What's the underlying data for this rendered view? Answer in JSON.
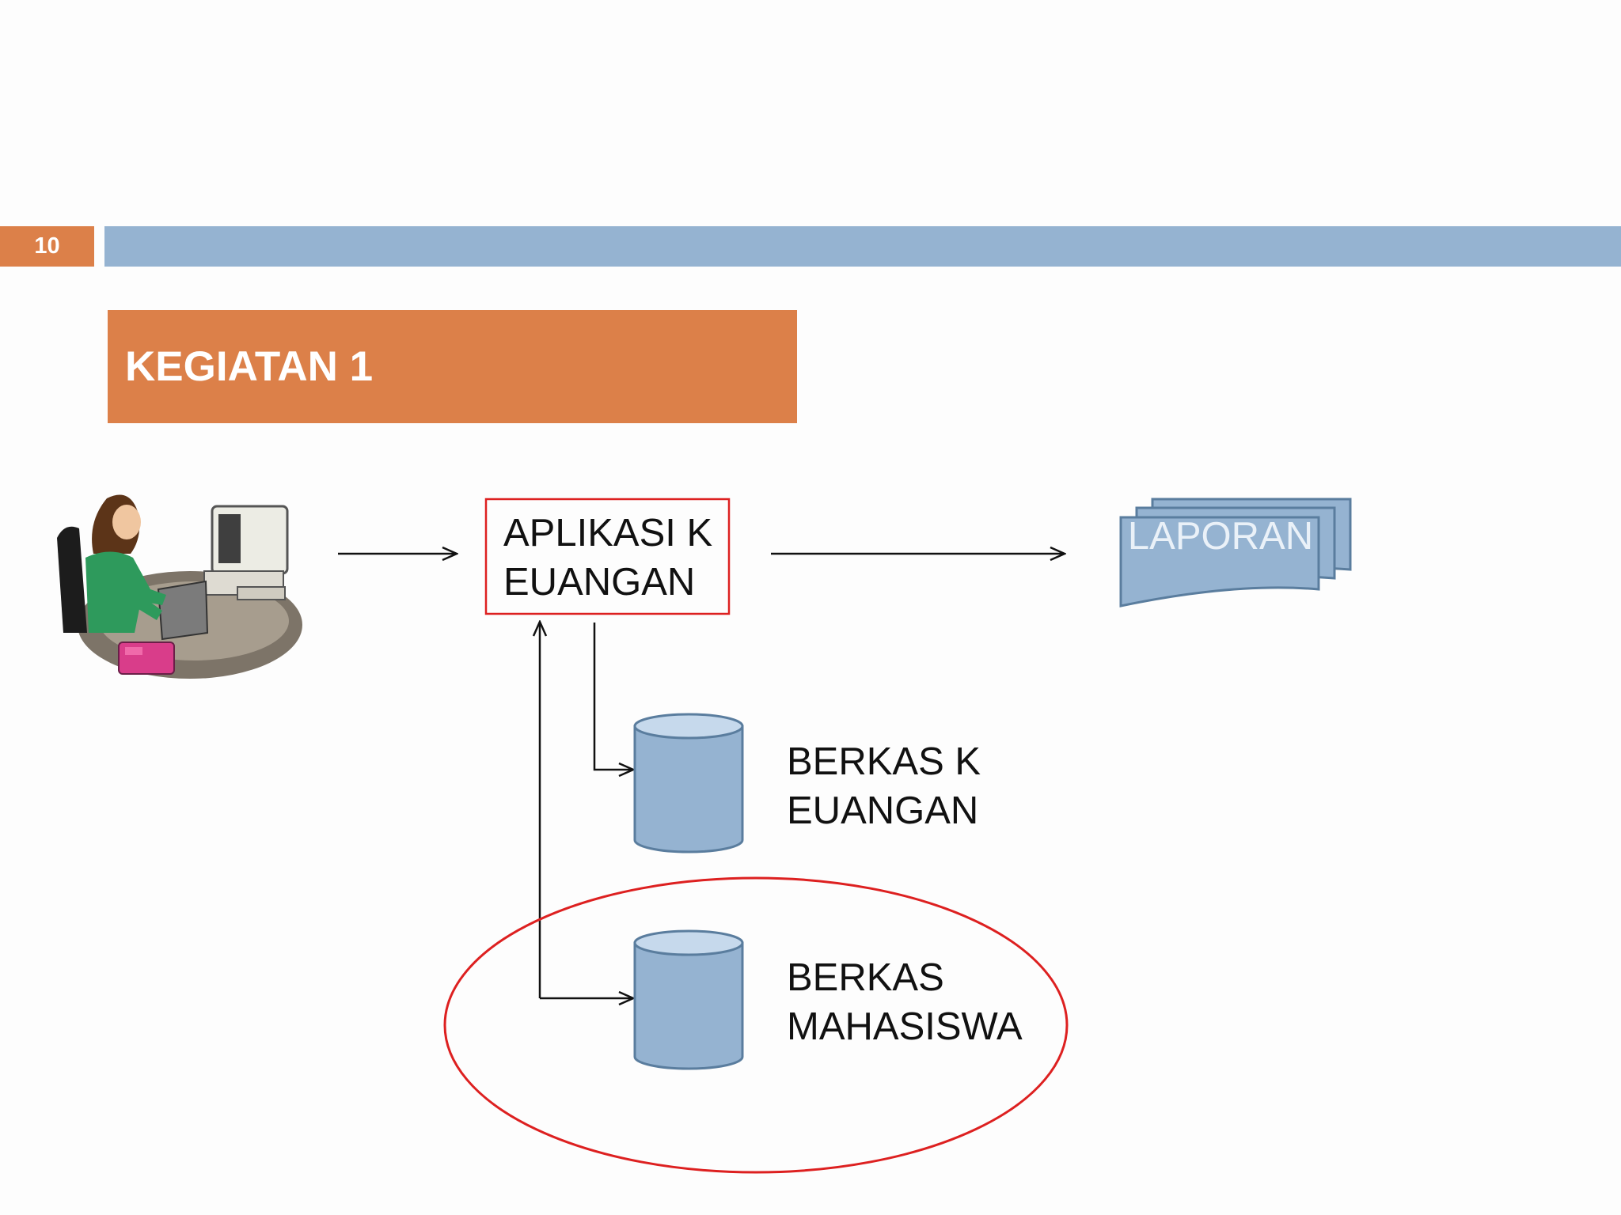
{
  "slide": {
    "number": "10",
    "title": "KEGIATAN 1"
  },
  "colors": {
    "accent_orange": "#dc8049",
    "bar_blue": "#95b3d1",
    "cylinder_blue": "#95b3d1",
    "outline_red": "#dd2020"
  },
  "diagram": {
    "user_icon": "person-at-computer-icon",
    "process_label": "APLIKASI KEUANGAN",
    "output_label": "LAPORAN",
    "stores": [
      {
        "label": "BERKAS KEUANGAN"
      },
      {
        "label": "BERKAS MAHASISWA"
      }
    ]
  }
}
